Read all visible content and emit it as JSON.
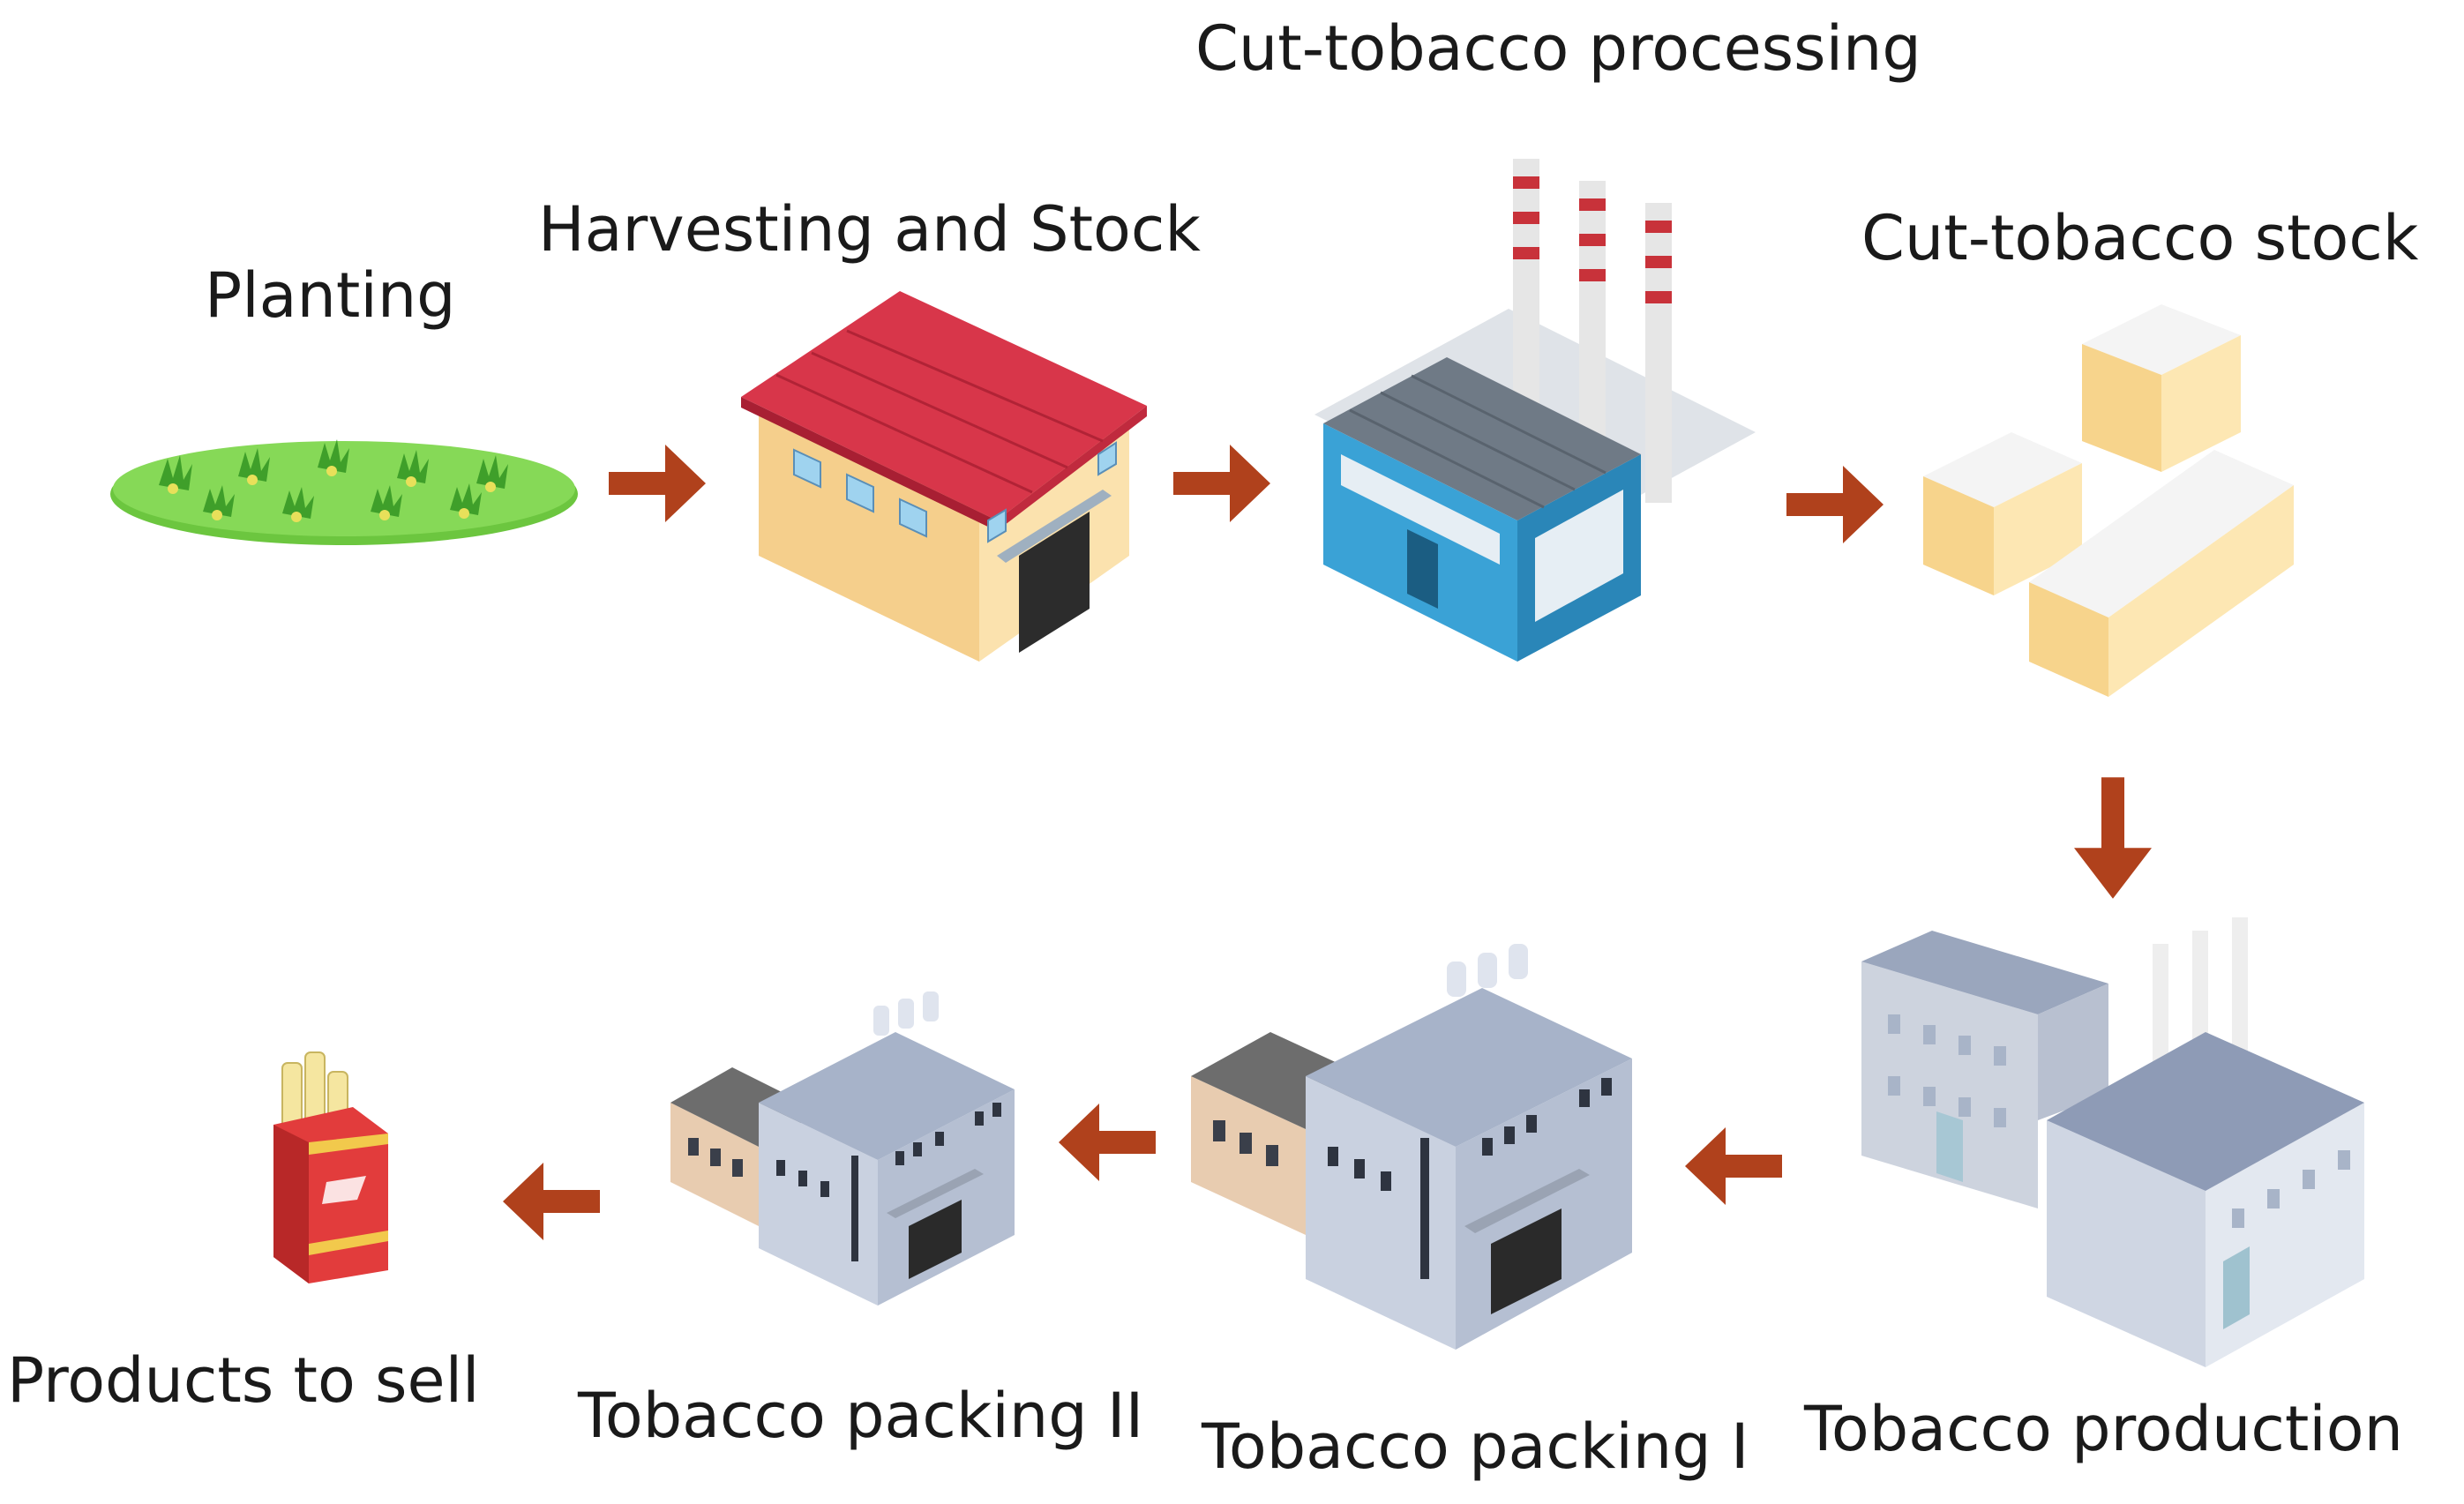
{
  "diagram": {
    "stages": [
      {
        "id": "planting",
        "label": "Planting"
      },
      {
        "id": "harvesting",
        "label": "Harvesting and Stock"
      },
      {
        "id": "cut-processing",
        "label": "Cut-tobacco processing"
      },
      {
        "id": "cut-stock",
        "label": "Cut-tobacco stock"
      },
      {
        "id": "production",
        "label": "Tobacco production"
      },
      {
        "id": "packing-1",
        "label": "Tobacco packing I"
      },
      {
        "id": "packing-2",
        "label": "Tobacco packing II"
      },
      {
        "id": "products",
        "label": "Products to sell"
      }
    ],
    "flow": [
      "planting",
      "harvesting",
      "cut-processing",
      "cut-stock",
      "production",
      "packing-1",
      "packing-2",
      "products"
    ],
    "colors": {
      "arrow": "#b0411c",
      "field": "#7bd04a",
      "warehouse_wall": "#f7d79c",
      "warehouse_roof": "#d8364a",
      "plant_blue": "#3aa2d6",
      "building_gray": "#b8c2d6",
      "box": "#fbe3a6",
      "pack": "#e84a4a"
    }
  }
}
